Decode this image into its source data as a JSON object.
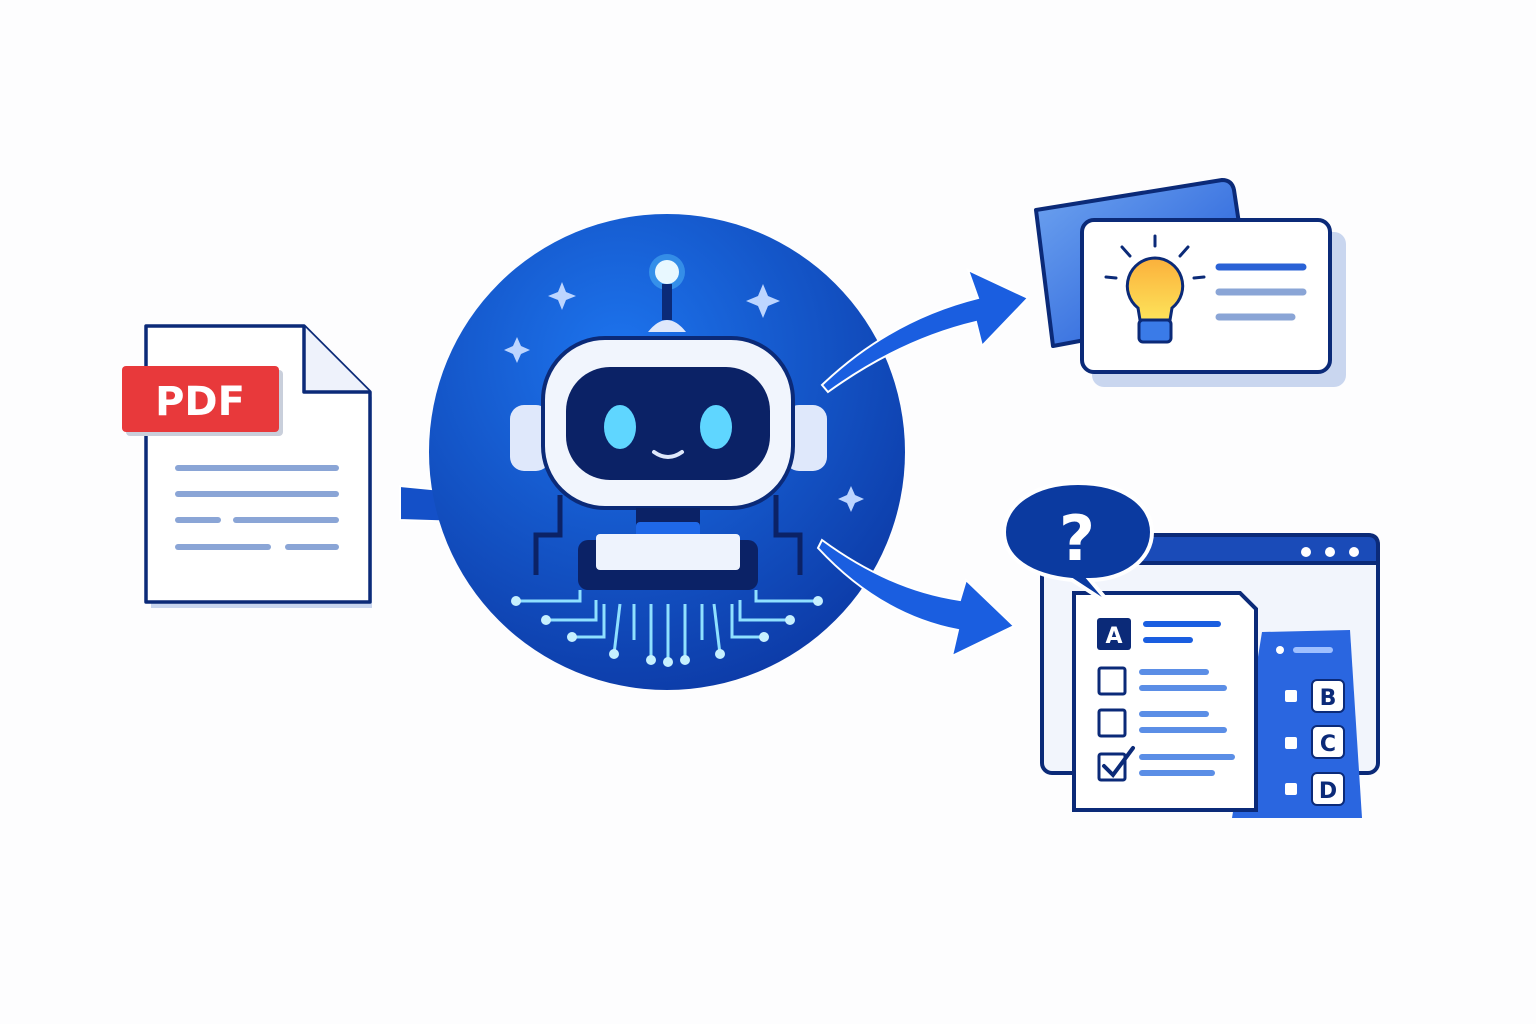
{
  "pdf_document": {
    "badge_label": "PDF",
    "badge_color": "#e8393b"
  },
  "ai_robot": {
    "icon": "robot-icon",
    "circle_color": "#1450c8"
  },
  "flashcard": {
    "icon": "lightbulb-icon"
  },
  "quiz": {
    "bubble_symbol": "?",
    "options": [
      "A",
      "B",
      "C",
      "D"
    ],
    "checked_icon": "checkbox-checked-icon"
  },
  "colors": {
    "navy": "#0b2a78",
    "blue": "#1a5ee0",
    "light_line": "#8aa5d6"
  }
}
